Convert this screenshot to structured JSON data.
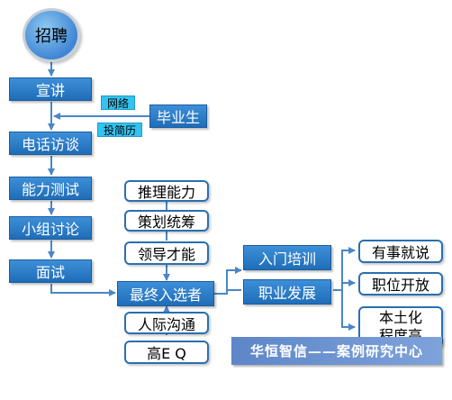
{
  "start": "招聘",
  "steps": [
    "宣讲",
    "电话访谈",
    "能力测试",
    "小组讨论",
    "面试"
  ],
  "graduates": "毕业生",
  "tags": {
    "network": "网络",
    "resume": "投简历"
  },
  "criteria_top": [
    "推理能力",
    "策划统筹",
    "领导才能"
  ],
  "final": "最终入选者",
  "criteria_bottom": [
    "人际沟通",
    "高E Q"
  ],
  "paths": [
    "入门培训",
    "职业发展"
  ],
  "outcomes": [
    "有事就说",
    "职位开放"
  ],
  "localization": [
    "本土化",
    "程度高"
  ],
  "footer": "华恒智信——案例研究中心"
}
